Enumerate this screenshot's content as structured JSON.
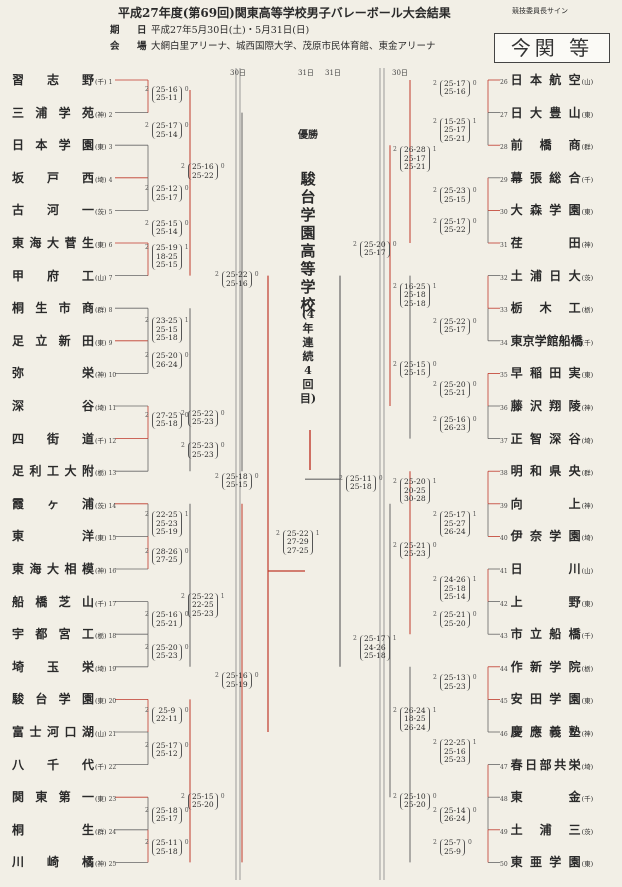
{
  "header": {
    "title": "平成27年度(第69回)関東高等学校男子バレーボール大会結果",
    "date_label": "期　日",
    "date_value": "平成27年5月30日(土)・5月31日(日)",
    "venue_label": "会　場",
    "venue_value": "大網白里アリーナ、城西国際大学、茂原市民体育館、東金アリーナ",
    "signature_label": "競技委員長サイン",
    "signature": "今関 等"
  },
  "days": [
    "30日",
    "31日",
    "31日",
    "30日"
  ],
  "champion": {
    "label": "優勝",
    "name": "駿台学園高等学校",
    "note": "(4年連続4回目)"
  },
  "left_teams": [
    {
      "no": "1",
      "name": "習志野",
      "pref": "(千)"
    },
    {
      "no": "2",
      "name": "三浦学苑",
      "pref": "(神)"
    },
    {
      "no": "3",
      "name": "日本学園",
      "pref": "(東)"
    },
    {
      "no": "4",
      "name": "坂戸西",
      "pref": "(埼)"
    },
    {
      "no": "5",
      "name": "古河一",
      "pref": "(茨)"
    },
    {
      "no": "6",
      "name": "東海大菅生",
      "pref": "(東)"
    },
    {
      "no": "7",
      "name": "甲府工",
      "pref": "(山)"
    },
    {
      "no": "8",
      "name": "桐生市商",
      "pref": "(群)"
    },
    {
      "no": "9",
      "name": "足立新田",
      "pref": "(東)"
    },
    {
      "no": "10",
      "name": "弥栄",
      "pref": "(神)"
    },
    {
      "no": "11",
      "name": "深谷",
      "pref": "(埼)"
    },
    {
      "no": "12",
      "name": "四街道",
      "pref": "(千)"
    },
    {
      "no": "13",
      "name": "足利工大附",
      "pref": "(栃)"
    },
    {
      "no": "14",
      "name": "霞ヶ浦",
      "pref": "(茨)"
    },
    {
      "no": "15",
      "name": "東洋",
      "pref": "(東)"
    },
    {
      "no": "16",
      "name": "東海大相模",
      "pref": "(神)"
    },
    {
      "no": "17",
      "name": "船橋芝山",
      "pref": "(千)"
    },
    {
      "no": "18",
      "name": "宇都宮工",
      "pref": "(栃)"
    },
    {
      "no": "19",
      "name": "埼玉栄",
      "pref": "(埼)"
    },
    {
      "no": "20",
      "name": "駿台学園",
      "pref": "(東)"
    },
    {
      "no": "21",
      "name": "富士河口湖",
      "pref": "(山)"
    },
    {
      "no": "22",
      "name": "八千代",
      "pref": "(千)"
    },
    {
      "no": "23",
      "name": "関東第一",
      "pref": "(東)"
    },
    {
      "no": "24",
      "name": "桐生",
      "pref": "(群)"
    },
    {
      "no": "25",
      "name": "川崎橘",
      "pref": "(神)"
    }
  ],
  "right_teams": [
    {
      "no": "26",
      "name": "日本航空",
      "pref": "(山)"
    },
    {
      "no": "27",
      "name": "日大豊山",
      "pref": "(東)"
    },
    {
      "no": "28",
      "name": "前橋商",
      "pref": "(群)"
    },
    {
      "no": "29",
      "name": "幕張総合",
      "pref": "(千)"
    },
    {
      "no": "30",
      "name": "大森学園",
      "pref": "(東)"
    },
    {
      "no": "31",
      "name": "荏田",
      "pref": "(神)"
    },
    {
      "no": "32",
      "name": "土浦日大",
      "pref": "(茨)"
    },
    {
      "no": "33",
      "name": "栃木工",
      "pref": "(栃)"
    },
    {
      "no": "34",
      "name": "東京学館船橋",
      "pref": "(千)"
    },
    {
      "no": "35",
      "name": "早稲田実",
      "pref": "(東)"
    },
    {
      "no": "36",
      "name": "藤沢翔陵",
      "pref": "(神)"
    },
    {
      "no": "37",
      "name": "正智深谷",
      "pref": "(埼)"
    },
    {
      "no": "38",
      "name": "明和県央",
      "pref": "(群)"
    },
    {
      "no": "39",
      "name": "向上",
      "pref": "(神)"
    },
    {
      "no": "40",
      "name": "伊奈学園",
      "pref": "(埼)"
    },
    {
      "no": "41",
      "name": "日川",
      "pref": "(山)"
    },
    {
      "no": "42",
      "name": "上野",
      "pref": "(東)"
    },
    {
      "no": "43",
      "name": "市立船橋",
      "pref": "(千)"
    },
    {
      "no": "44",
      "name": "作新学院",
      "pref": "(栃)"
    },
    {
      "no": "45",
      "name": "安田学園",
      "pref": "(東)"
    },
    {
      "no": "46",
      "name": "慶應義塾",
      "pref": "(神)"
    },
    {
      "no": "47",
      "name": "春日部共栄",
      "pref": "(埼)"
    },
    {
      "no": "48",
      "name": "東金",
      "pref": "(千)"
    },
    {
      "no": "49",
      "name": "土浦三",
      "pref": "(茨)"
    },
    {
      "no": "50",
      "name": "東亜学園",
      "pref": "(東)"
    }
  ],
  "left_scores": [
    {
      "sets": [
        "25-16",
        "25-11"
      ],
      "l": "2",
      "r": "0"
    },
    {
      "sets": [
        "25-17",
        "25-14"
      ],
      "l": "2",
      "r": "0"
    },
    {
      "sets": [
        "25-12",
        "25-17"
      ],
      "l": "2",
      "r": "0"
    },
    {
      "sets": [
        "25-15",
        "25-14"
      ],
      "l": "2",
      "r": "0"
    },
    {
      "sets": [
        "25-19",
        "18-25",
        "25-15"
      ],
      "l": "2",
      "r": "1"
    },
    {
      "sets": [
        "25-16",
        "25-22"
      ],
      "l": "2",
      "r": "0"
    },
    {
      "sets": [
        "23-25",
        "25-15",
        "25-18"
      ],
      "l": "2",
      "r": "1"
    },
    {
      "sets": [
        "25-20",
        "26-24"
      ],
      "l": "2",
      "r": "0"
    },
    {
      "sets": [
        "27-25",
        "25-18"
      ],
      "l": "2",
      "r": "0"
    },
    {
      "sets": [
        "25-22",
        "25-23"
      ],
      "l": "2",
      "r": "0"
    },
    {
      "sets": [
        "25-22",
        "25-16"
      ],
      "l": "2",
      "r": "0"
    },
    {
      "sets": [
        "25-23",
        "25-23"
      ],
      "l": "2",
      "r": "0"
    },
    {
      "sets": [
        "25-18",
        "25-15"
      ],
      "l": "2",
      "r": "0"
    },
    {
      "sets": [
        "22-25",
        "25-23",
        "25-19"
      ],
      "l": "2",
      "r": "1"
    },
    {
      "sets": [
        "28-26",
        "27-25"
      ],
      "l": "2",
      "r": "0"
    },
    {
      "sets": [
        "25-22",
        "22-25",
        "25-23"
      ],
      "l": "2",
      "r": "1"
    },
    {
      "sets": [
        "25-16",
        "25-21"
      ],
      "l": "2",
      "r": "0"
    },
    {
      "sets": [
        "25-20",
        "25-23"
      ],
      "l": "2",
      "r": "0"
    },
    {
      "sets": [
        "25-16",
        "25-19"
      ],
      "l": "2",
      "r": "0"
    },
    {
      "sets": [
        "25-9",
        "22-11"
      ],
      "l": "2",
      "r": "0"
    },
    {
      "sets": [
        "25-17",
        "25-12"
      ],
      "l": "2",
      "r": "0"
    },
    {
      "sets": [
        "25-15",
        "25-20"
      ],
      "l": "2",
      "r": "0"
    },
    {
      "sets": [
        "25-18",
        "25-17"
      ],
      "l": "2",
      "r": "0"
    },
    {
      "sets": [
        "25-11",
        "25-18"
      ],
      "l": "2",
      "r": "0"
    }
  ],
  "right_scores": [
    {
      "sets": [
        "25-17",
        "25-16"
      ],
      "l": "2",
      "r": "0"
    },
    {
      "sets": [
        "15-25",
        "25-17",
        "25-21"
      ],
      "l": "2",
      "r": "1"
    },
    {
      "sets": [
        "26-28",
        "25-17",
        "25-21"
      ],
      "l": "2",
      "r": "1"
    },
    {
      "sets": [
        "25-23",
        "25-15"
      ],
      "l": "2",
      "r": "0"
    },
    {
      "sets": [
        "25-17",
        "25-22"
      ],
      "l": "2",
      "r": "0"
    },
    {
      "sets": [
        "25-20",
        "25-17"
      ],
      "l": "2",
      "r": "0"
    },
    {
      "sets": [
        "16-25",
        "25-18",
        "25-18"
      ],
      "l": "2",
      "r": "1"
    },
    {
      "sets": [
        "25-22",
        "25-17"
      ],
      "l": "2",
      "r": "0"
    },
    {
      "sets": [
        "25-15",
        "25-15"
      ],
      "l": "2",
      "r": "0"
    },
    {
      "sets": [
        "25-20",
        "25-21"
      ],
      "l": "2",
      "r": "0"
    },
    {
      "sets": [
        "25-16",
        "26-23"
      ],
      "l": "2",
      "r": "0"
    },
    {
      "sets": [
        "25-11",
        "25-18"
      ],
      "l": "2",
      "r": "0"
    },
    {
      "sets": [
        "25-20",
        "20-25",
        "30-28"
      ],
      "l": "2",
      "r": "1"
    },
    {
      "sets": [
        "25-17",
        "25-27",
        "26-24"
      ],
      "l": "2",
      "r": "1"
    },
    {
      "sets": [
        "25-21",
        "25-23"
      ],
      "l": "2",
      "r": "0"
    },
    {
      "sets": [
        "24-26",
        "25-18",
        "25-14"
      ],
      "l": "2",
      "r": "1"
    },
    {
      "sets": [
        "25-21",
        "25-20"
      ],
      "l": "2",
      "r": "0"
    },
    {
      "sets": [
        "25-17",
        "24-26",
        "25-18"
      ],
      "l": "2",
      "r": "1"
    },
    {
      "sets": [
        "25-13",
        "25-23"
      ],
      "l": "2",
      "r": "0"
    },
    {
      "sets": [
        "26-24",
        "18-25",
        "26-24"
      ],
      "l": "2",
      "r": "1"
    },
    {
      "sets": [
        "22-25",
        "25-16",
        "25-23"
      ],
      "l": "2",
      "r": "1"
    },
    {
      "sets": [
        "25-10",
        "25-20"
      ],
      "l": "2",
      "r": "0"
    },
    {
      "sets": [
        "25-14",
        "26-24"
      ],
      "l": "2",
      "r": "0"
    },
    {
      "sets": [
        "25-7",
        "25-9"
      ],
      "l": "2",
      "r": "0"
    }
  ],
  "final_score": {
    "sets": [
      "25-22",
      "27-29",
      "27-25"
    ],
    "l": "2",
    "r": "1"
  }
}
